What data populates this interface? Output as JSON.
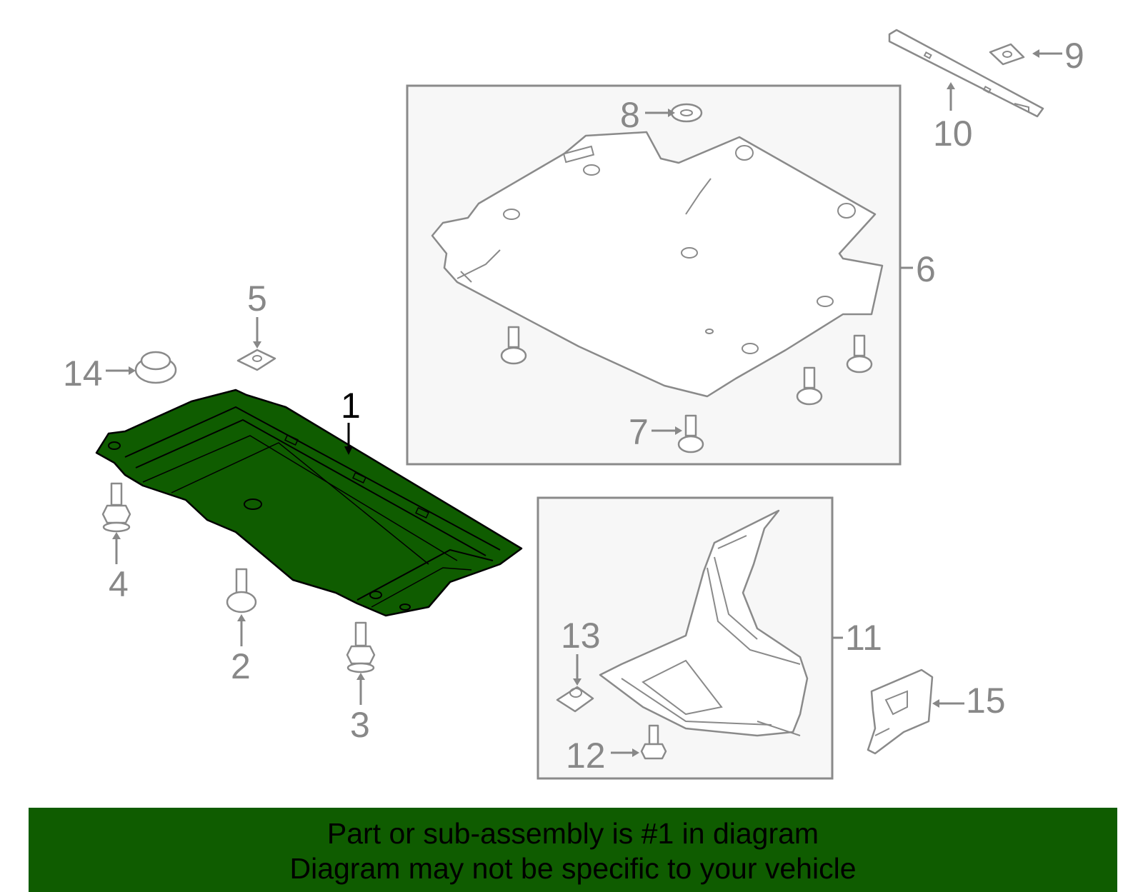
{
  "callouts": {
    "c1": "1",
    "c2": "2",
    "c3": "3",
    "c4": "4",
    "c5": "5",
    "c6": "6",
    "c7": "7",
    "c8": "8",
    "c9": "9",
    "c10": "10",
    "c11": "11",
    "c12": "12",
    "c13": "13",
    "c14": "14",
    "c15": "15"
  },
  "highlight_part": "1",
  "colors": {
    "highlight": "#0f5c00",
    "line": "#8a8a8a",
    "banner": "#0f5c00"
  },
  "banner": {
    "line1": "Part or sub-assembly is #1 in diagram",
    "line2": "Diagram may not be specific to your vehicle"
  }
}
